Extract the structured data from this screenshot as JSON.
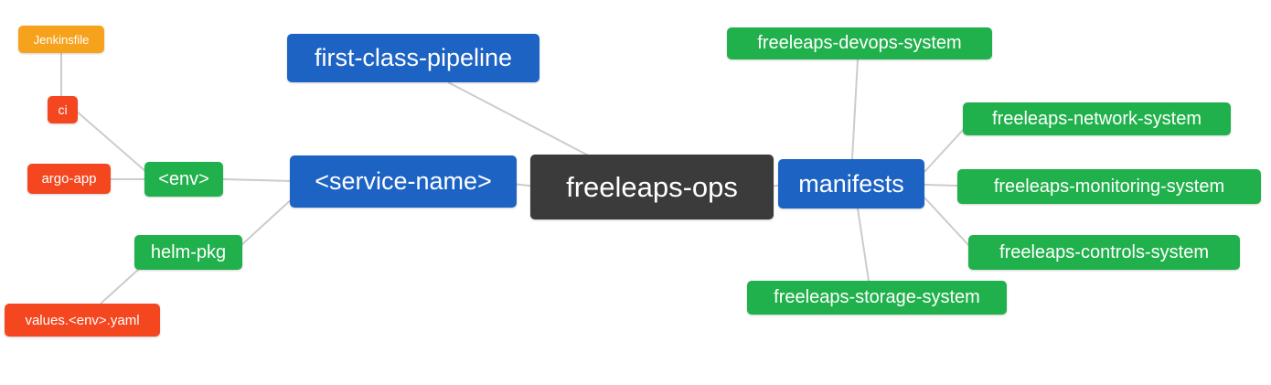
{
  "diagram": {
    "root": {
      "label": "freeleaps-ops"
    },
    "nodes": {
      "jenkinsfile": {
        "label": "Jenkinsfile"
      },
      "ci": {
        "label": "ci"
      },
      "argo_app": {
        "label": "argo-app"
      },
      "env": {
        "label": "<env>"
      },
      "service_name": {
        "label": "<service-name>"
      },
      "first_class_pipeline": {
        "label": "first-class-pipeline"
      },
      "helm_pkg": {
        "label": "helm-pkg"
      },
      "values_env_yaml": {
        "label": "values.<env>.yaml"
      },
      "manifests": {
        "label": "manifests"
      },
      "devops_system": {
        "label": "freeleaps-devops-system"
      },
      "network_system": {
        "label": "freeleaps-network-system"
      },
      "monitoring_system": {
        "label": "freeleaps-monitoring-system"
      },
      "controls_system": {
        "label": "freeleaps-controls-system"
      },
      "storage_system": {
        "label": "freeleaps-storage-system"
      }
    },
    "edges": [
      [
        "first-class-pipeline",
        "freeleaps-ops"
      ],
      [
        "<service-name>",
        "freeleaps-ops"
      ],
      [
        "freeleaps-ops",
        "manifests"
      ],
      [
        "<env>",
        "<service-name>"
      ],
      [
        "helm-pkg",
        "<service-name>"
      ],
      [
        "ci",
        "<env>"
      ],
      [
        "argo-app",
        "<env>"
      ],
      [
        "Jenkinsfile",
        "ci"
      ],
      [
        "values.<env>.yaml",
        "helm-pkg"
      ],
      [
        "manifests",
        "freeleaps-devops-system"
      ],
      [
        "manifests",
        "freeleaps-network-system"
      ],
      [
        "manifests",
        "freeleaps-monitoring-system"
      ],
      [
        "manifests",
        "freeleaps-controls-system"
      ],
      [
        "manifests",
        "freeleaps-storage-system"
      ]
    ],
    "colors": {
      "blue": "#1d63c4",
      "green": "#21b14c",
      "orange": "#f6a21d",
      "red": "#f4471f",
      "dark": "#3b3b3b",
      "edge": "#cccccc"
    }
  }
}
